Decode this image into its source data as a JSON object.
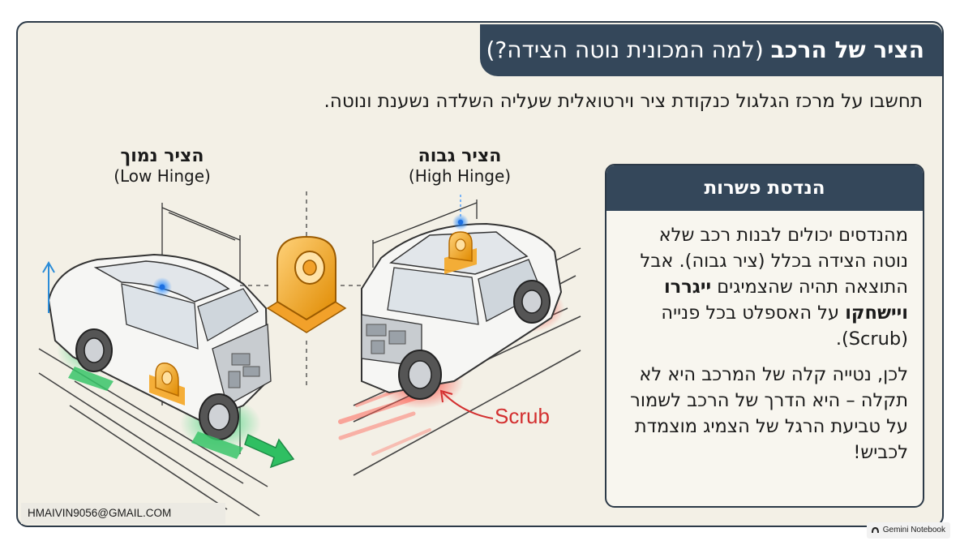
{
  "title": {
    "strong": "הציר של הרכב",
    "rest": "(למה המכונית נוטה הצידה?)"
  },
  "subtitle": "תחשבו על מרכז הגלגול כנקודת ציר וירטואלית שעליה השלדה נשענת ונוטה.",
  "low_hinge": {
    "he": "הציר נמוך",
    "en": "(Low Hinge)"
  },
  "high_hinge": {
    "he": "הציר גבוה",
    "en": "(High Hinge)"
  },
  "scrub_label": "Scrub",
  "card": {
    "heading": "הנדסת פשרות",
    "p1_a": "מהנדסים יכולים לבנות רכב שלא נוטה הצידה בכלל (ציר גבוה). אבל התוצאה תהיה שהצמיגים ",
    "p1_bold": "ייגררו ויישחקו",
    "p1_b": " על האספלט בכל פנייה (Scrub).",
    "p2": "לכן, נטייה קלה של המרכב היא לא תקלה – היא הדרך של הרכב לשמור על טביעת הרגל של הצמיג מוצמדת לכביש!"
  },
  "footer": {
    "email": "HMAIVIN9056@GMAIL.COM",
    "badge": "Gemini Notebook"
  },
  "colors": {
    "navy": "#34475a",
    "background": "#f3f0e6",
    "green": "#2fbf62",
    "red": "#e53935",
    "orange": "#f5a623",
    "blue_dot": "#2a8cff"
  },
  "icons": [
    "up-arrow-icon",
    "green-arrow-icon",
    "red-pointer-icon",
    "hinge-icon",
    "gemini-logo-icon"
  ]
}
